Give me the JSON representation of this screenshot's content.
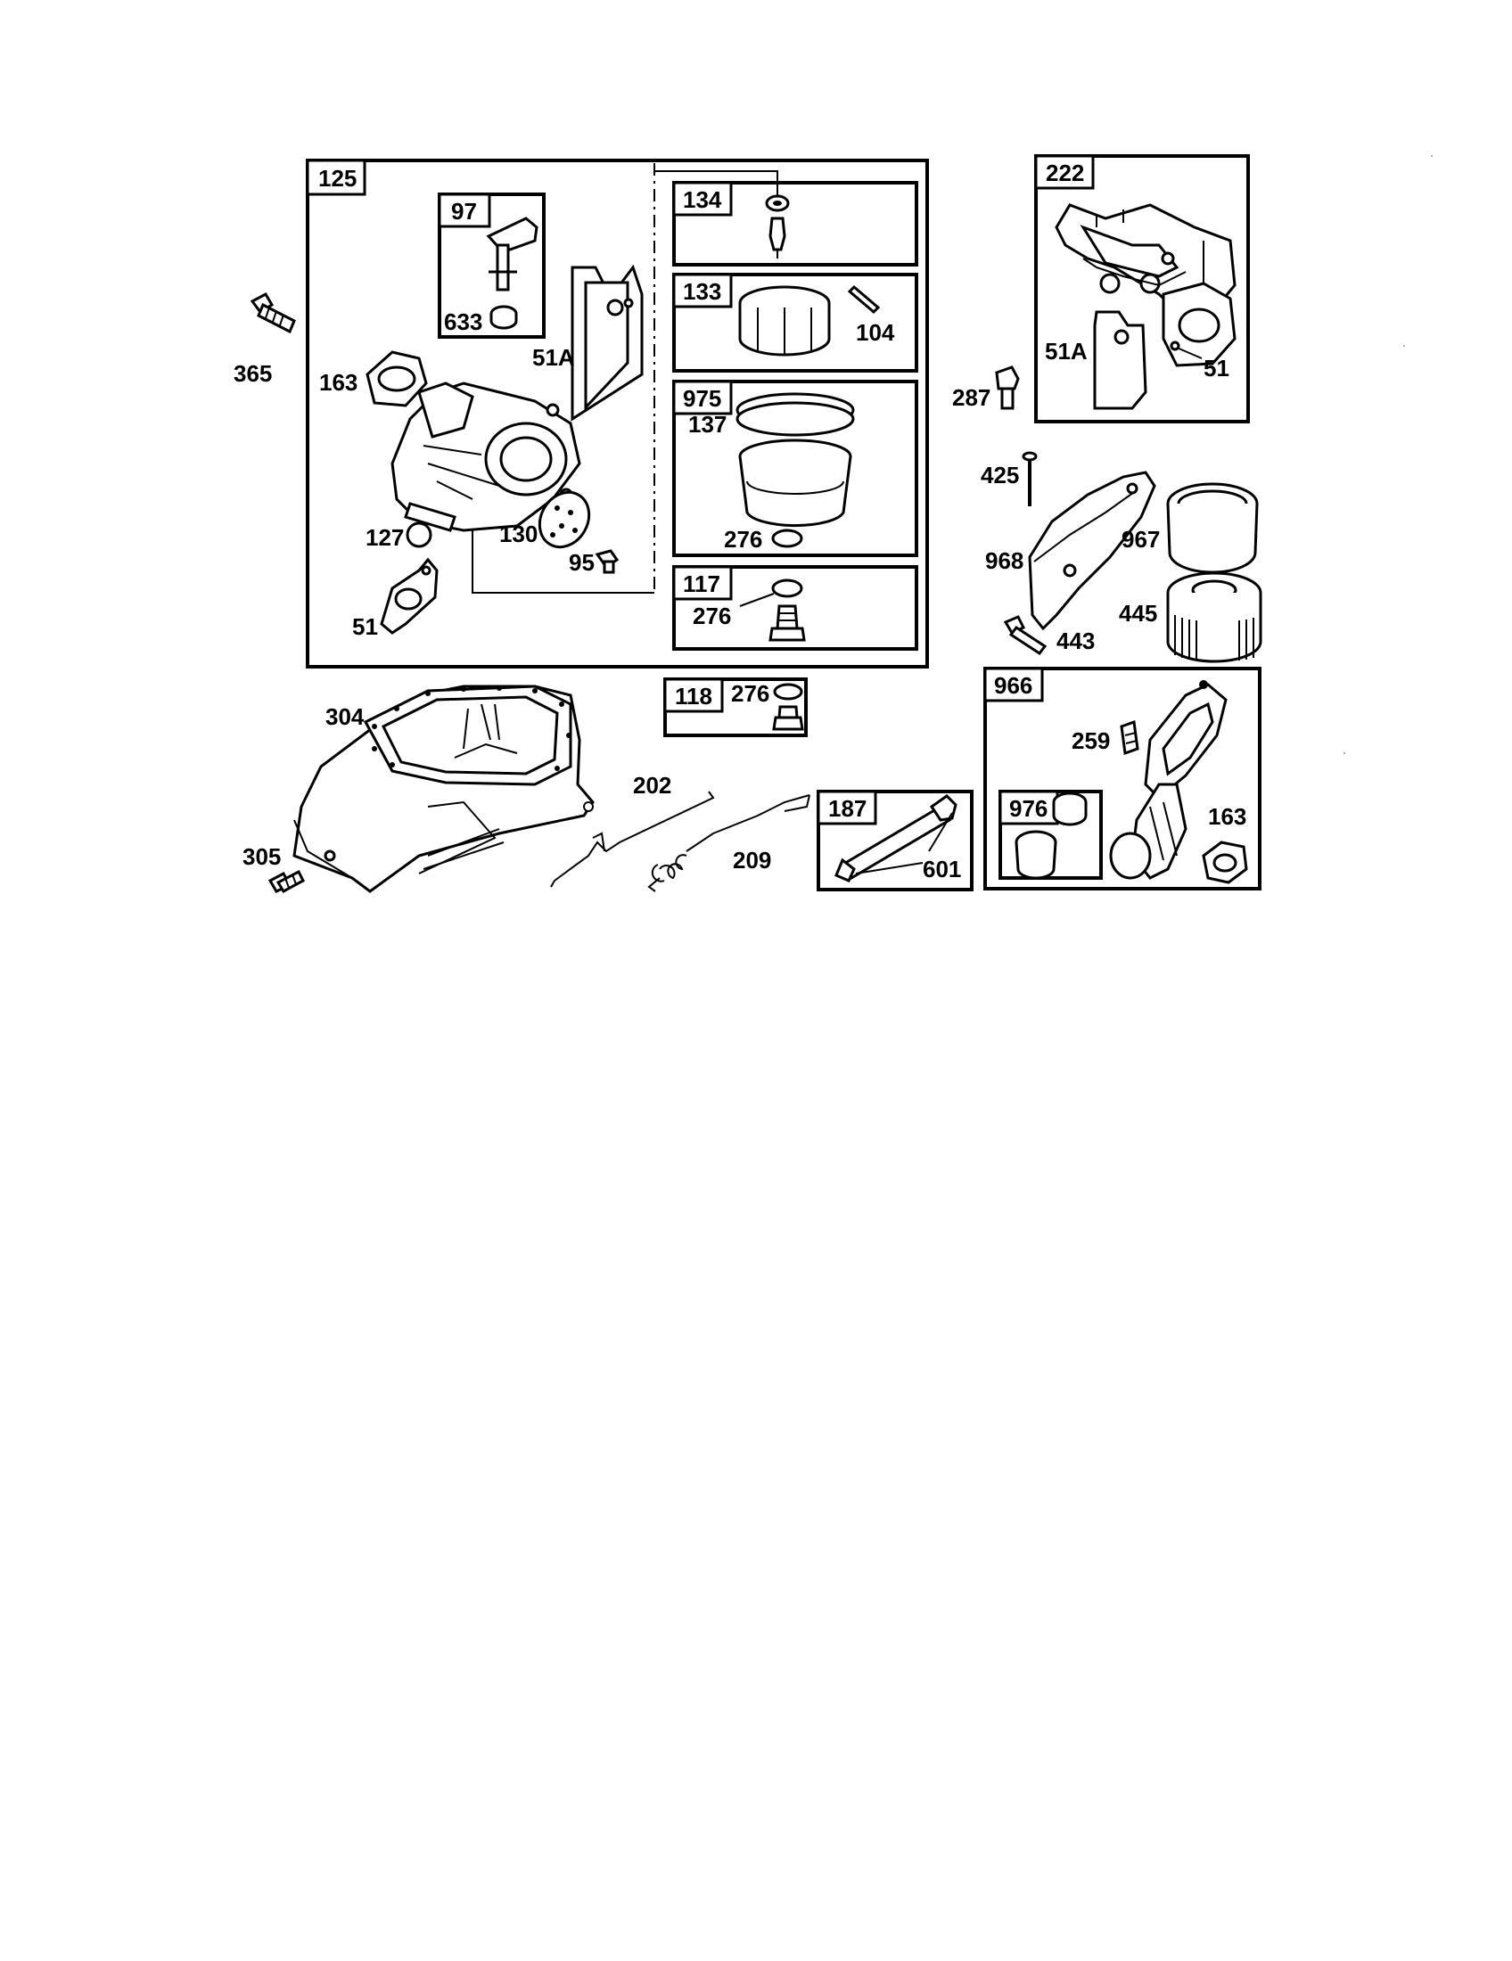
{
  "boxes": {
    "b125": "125",
    "b97": "97",
    "b134": "134",
    "b133": "133",
    "b975": "975",
    "b117": "117",
    "b118": "118",
    "b187": "187",
    "b222": "222",
    "b966": "966",
    "b976": "976"
  },
  "labels": {
    "l365": "365",
    "l163a": "163",
    "l633": "633",
    "l51Aa": "51A",
    "l104": "104",
    "l137": "137",
    "l127": "127",
    "l130": "130",
    "l95": "95",
    "l276a": "276",
    "l51a": "51",
    "l276b": "276",
    "l276c": "276",
    "l304": "304",
    "l202": "202",
    "l209": "209",
    "l305": "305",
    "l601": "601",
    "l51Ab": "51A",
    "l51b": "51",
    "l287": "287",
    "l425": "425",
    "l967": "967",
    "l968": "968",
    "l445": "445",
    "l443": "443",
    "l259": "259",
    "l163b": "163"
  }
}
